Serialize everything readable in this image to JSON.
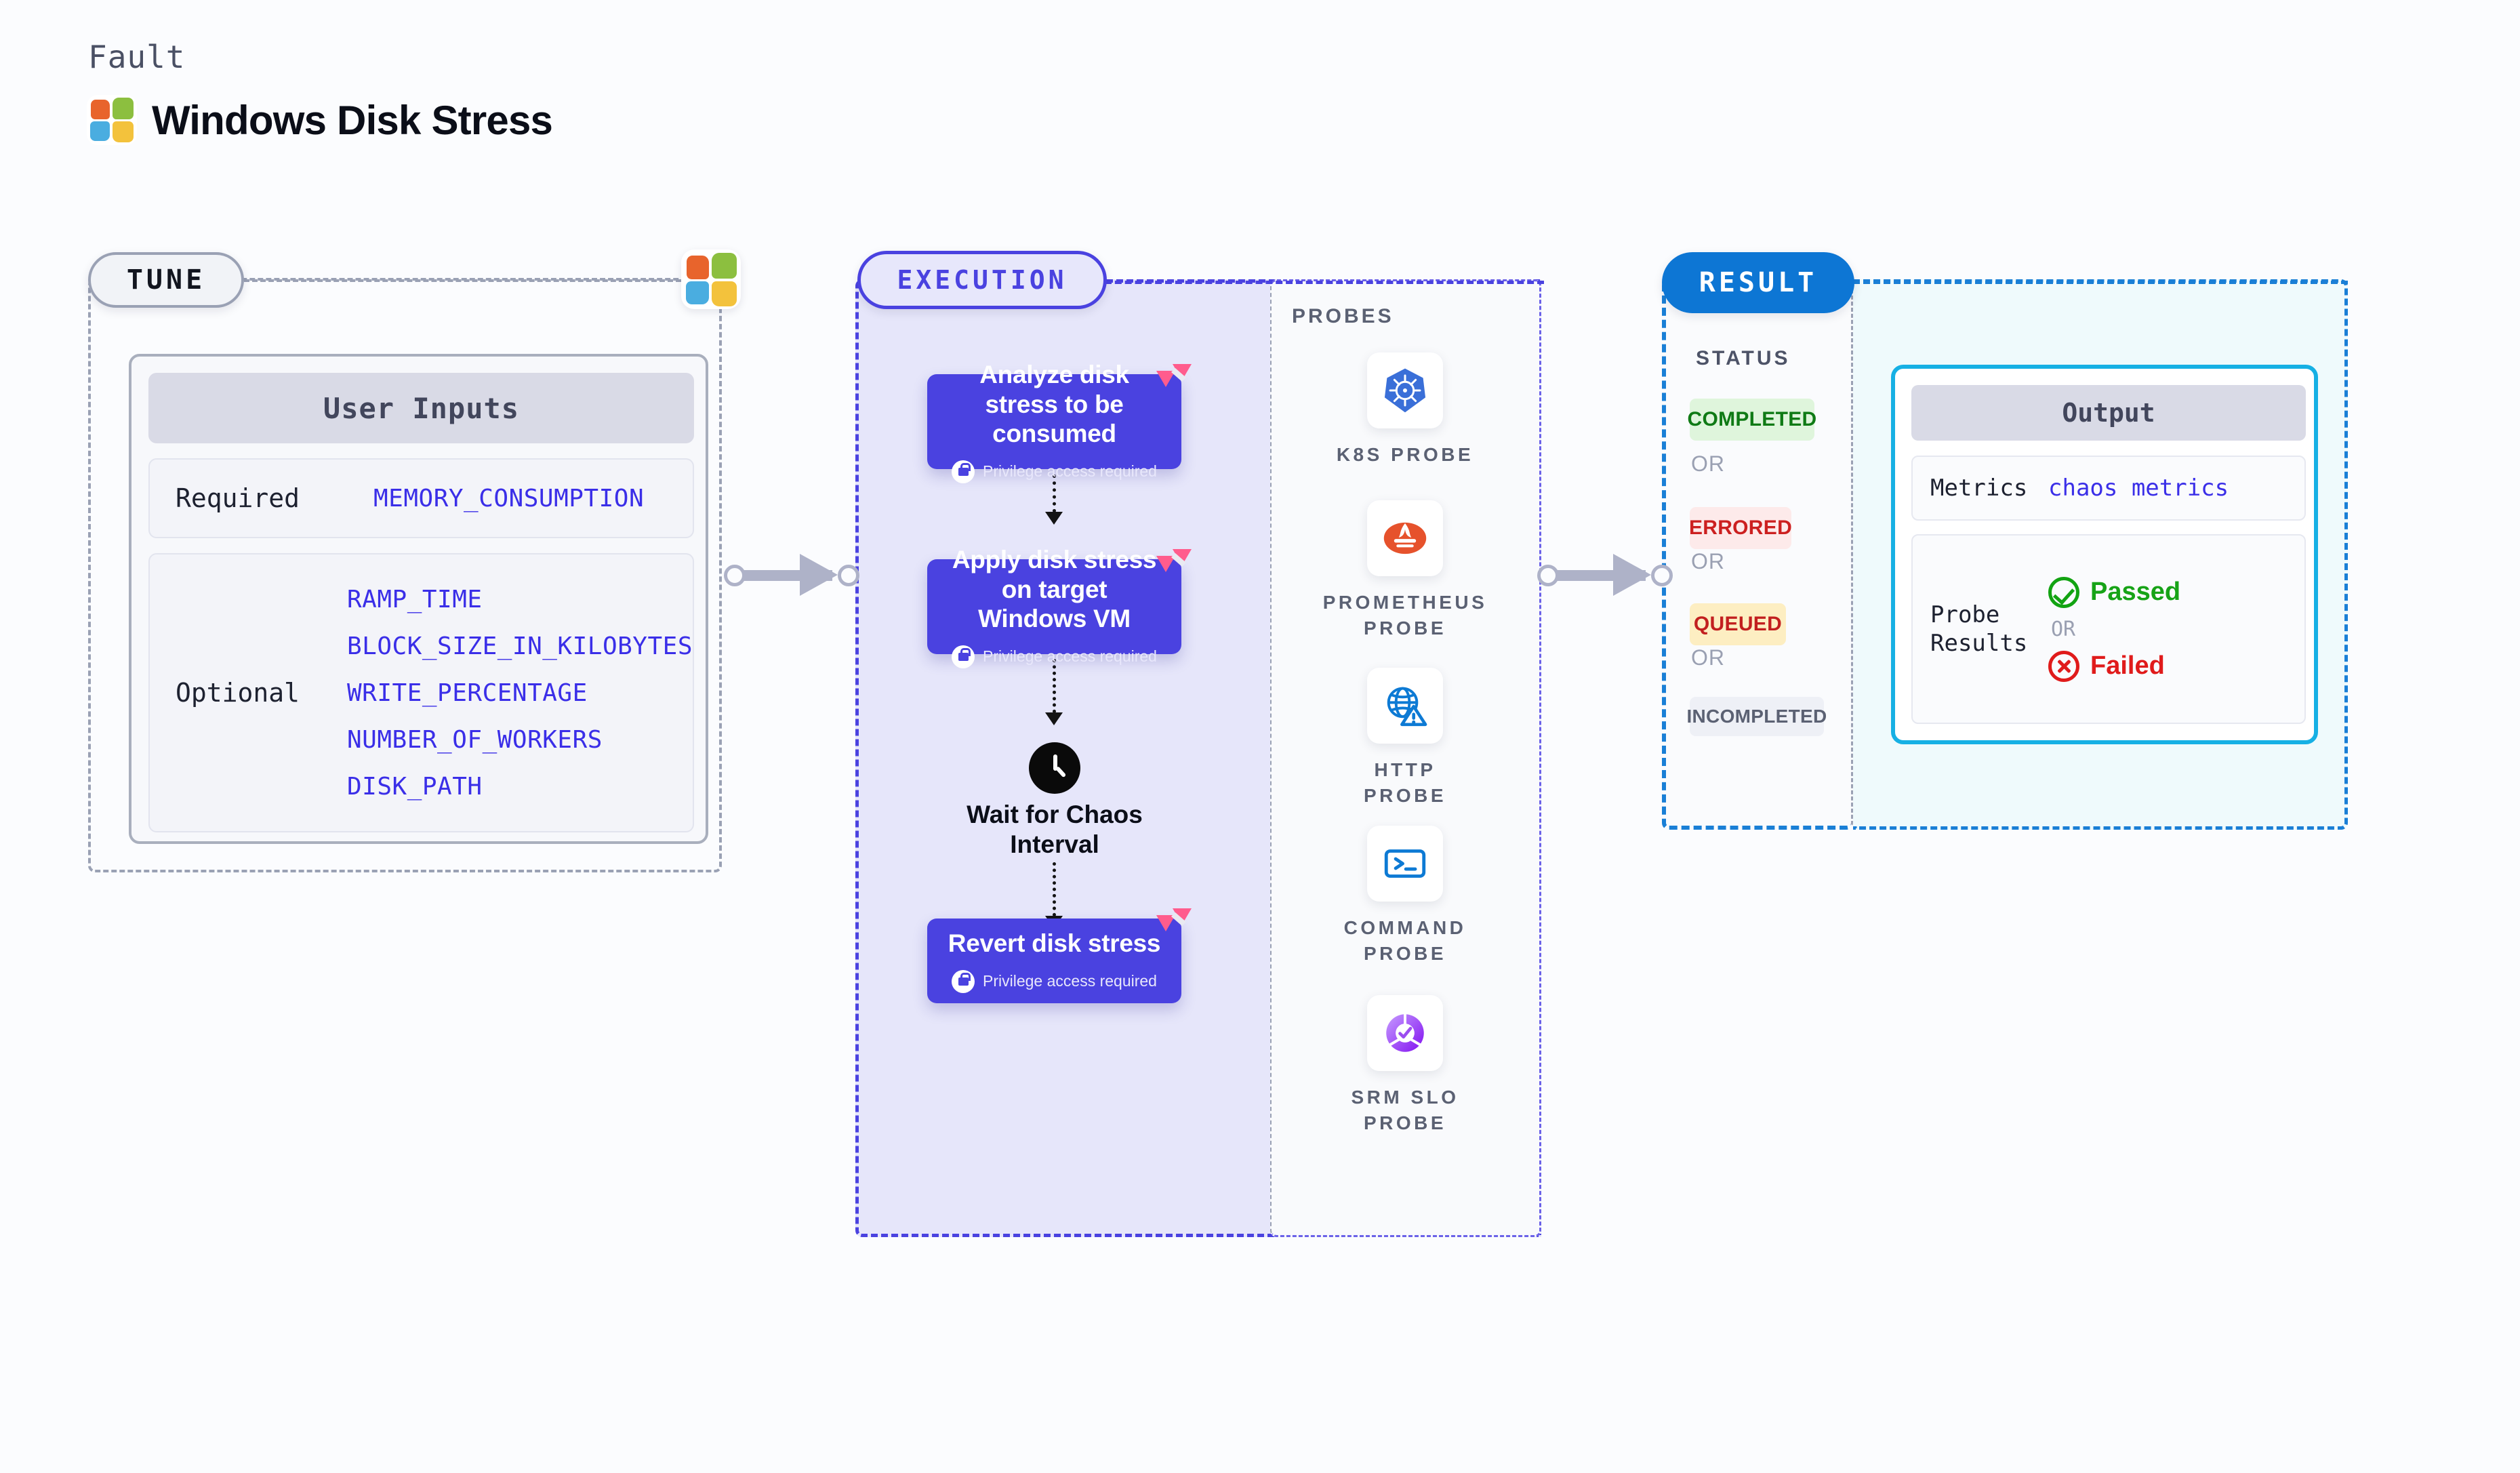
{
  "header": {
    "kicker": "Fault",
    "title": "Windows Disk Stress",
    "logo_icon": "windows-logo-icon"
  },
  "colors": {
    "accent_purple": "#4a42e0",
    "accent_blue": "#0d76d4",
    "accent_cyan": "#16b0e4",
    "muted": "#9aa1b4",
    "mono_value": "#3a2ee8",
    "status_completed_text": "#0f7a15",
    "status_completed_bg": "#dff5dc",
    "status_errored_text": "#cc2020",
    "status_errored_bg": "#fdeaea",
    "status_queued_text": "#c21f1f",
    "status_queued_bg": "#fdeec2",
    "status_incompleted_text": "#5b6173",
    "status_incompleted_bg": "#eef0f6"
  },
  "tune": {
    "pill_label": "TUNE",
    "card_title": "User Inputs",
    "required": {
      "label": "Required",
      "values": [
        "MEMORY_CONSUMPTION"
      ]
    },
    "optional": {
      "label": "Optional",
      "values": [
        "RAMP_TIME",
        "BLOCK_SIZE_IN_KILOBYTES",
        "WRITE_PERCENTAGE",
        "NUMBER_OF_WORKERS",
        "DISK_PATH"
      ]
    }
  },
  "execution": {
    "pill_label": "EXECUTION",
    "privilege_note": "Privilege access required",
    "steps": [
      {
        "title": "Analyze disk stress to be consumed",
        "privileged": true,
        "badge_icon": "harness-logo-icon"
      },
      {
        "title": "Apply disk stress on target Windows VM",
        "privileged": true,
        "badge_icon": "harness-logo-icon"
      },
      {
        "title": "Revert disk stress",
        "privileged": true,
        "badge_icon": "harness-logo-icon"
      }
    ],
    "wait": {
      "icon": "clock-icon",
      "label": "Wait for Chaos Interval"
    }
  },
  "probes": {
    "section_label": "PROBES",
    "items": [
      {
        "name": "K8S PROBE",
        "icon": "kubernetes-icon"
      },
      {
        "name": "PROMETHEUS PROBE",
        "icon": "prometheus-icon"
      },
      {
        "name": "HTTP PROBE",
        "icon": "http-globe-warning-icon"
      },
      {
        "name": "COMMAND PROBE",
        "icon": "terminal-icon"
      },
      {
        "name": "SRM SLO PROBE",
        "icon": "srm-slo-icon"
      }
    ]
  },
  "result": {
    "pill_label": "RESULT",
    "status_label": "STATUS",
    "or_label": "OR",
    "statuses": [
      {
        "label": "COMPLETED",
        "variant": "completed"
      },
      {
        "label": "ERRORED",
        "variant": "errored"
      },
      {
        "label": "QUEUED",
        "variant": "queued"
      },
      {
        "label": "INCOMPLETED",
        "variant": "incompleted"
      }
    ],
    "output": {
      "title": "Output",
      "metrics_key": "Metrics",
      "metrics_value": "chaos metrics",
      "probe_results_key": "Probe Results",
      "passed_label": "Passed",
      "failed_label": "Failed",
      "or_label": "OR",
      "passed_icon": "check-circle-icon",
      "failed_icon": "x-circle-icon"
    }
  }
}
